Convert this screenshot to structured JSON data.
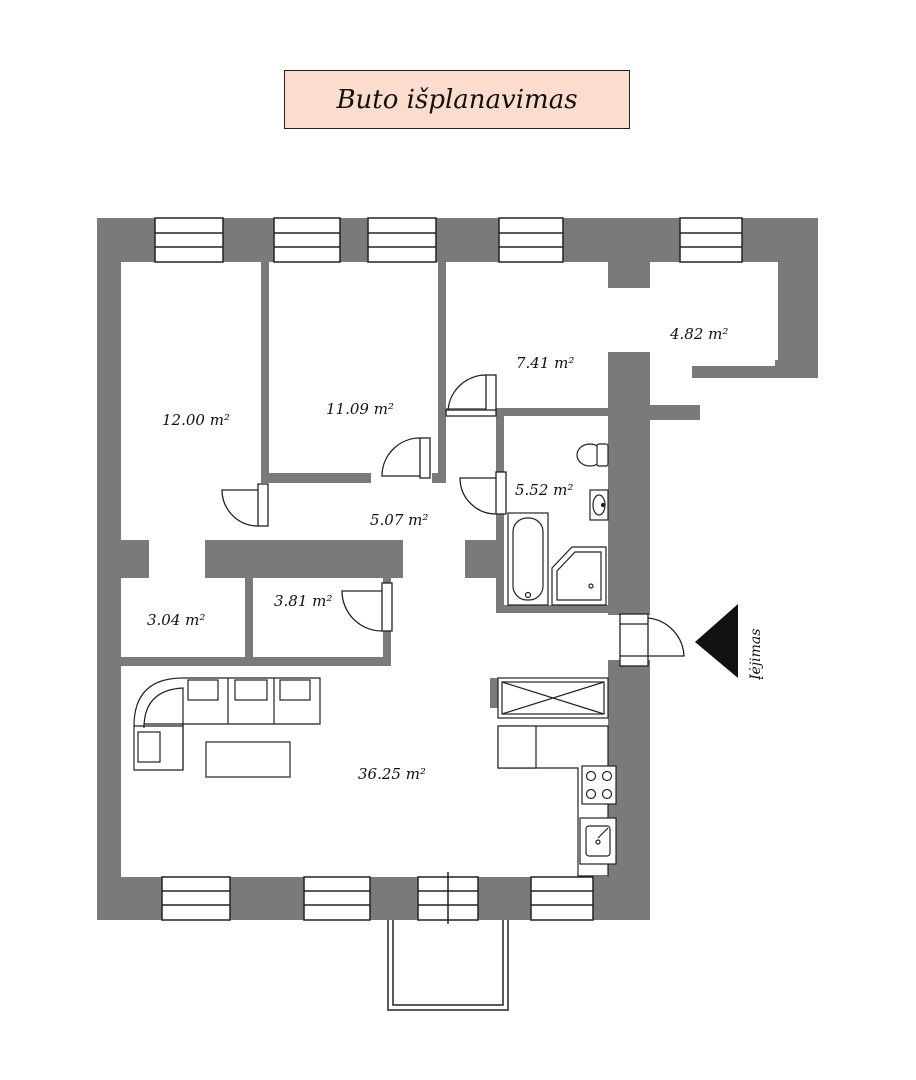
{
  "title": "Buto išplanavimas",
  "entry_label": "Įėjimas",
  "colors": {
    "wall": "#7a7a7a",
    "title_bg": "#fbdccd",
    "line": "#222222"
  },
  "rooms": [
    {
      "id": "bedroom-1",
      "area": "12.00 m²"
    },
    {
      "id": "bedroom-2",
      "area": "11.09 m²"
    },
    {
      "id": "room-3",
      "area": "7.41 m²"
    },
    {
      "id": "room-4",
      "area": "4.82 m²"
    },
    {
      "id": "bathroom",
      "area": "5.52 m²"
    },
    {
      "id": "hall",
      "area": "5.07 m²"
    },
    {
      "id": "storage",
      "area": "3.81 m²"
    },
    {
      "id": "closet",
      "area": "3.04 m²"
    },
    {
      "id": "living-kitchen",
      "area": "36.25 m²"
    }
  ]
}
